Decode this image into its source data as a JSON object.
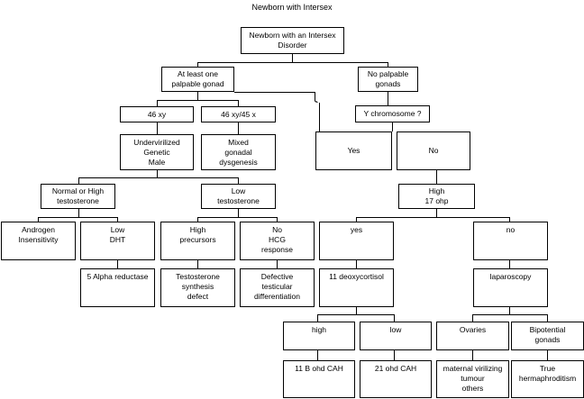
{
  "title": "Newborn with Intersex",
  "nodes": {
    "root": "Newborn with an Intersex\nDisorder",
    "palpable": "At least one\npalpable gonad",
    "no_palpable": "No palpable\ngonads",
    "xy": "46 xy",
    "xy_x": "46 xy/45 x",
    "y_chromosome": "Y chromosome ?",
    "undervirilized": "Undervirilized\nGenetic\nMale",
    "mixed": "Mixed\ngonadal\ndysgenesis",
    "yes_y": "Yes",
    "no_y": "No",
    "normal_high_t": "Normal or High\ntestosterone",
    "low_t": "Low\ntestosterone",
    "high_17ohp": "High\n17 ohp",
    "androgen": "Androgen\nInsensitivity",
    "low_dht": "Low\nDHT",
    "high_precursors": "High\nprecursors",
    "no_hcg": "No\nHCG\nresponse",
    "yes_17": "yes",
    "no_17": "no",
    "alpha_reductase": "5 Alpha reductase",
    "t_synthesis": "Testosterone\nsynthesis\ndefect",
    "defective": "Defective\ntesticular\ndifferentiation",
    "deoxycortisol": "11 deoxycortisol",
    "laparoscopy": "laparoscopy",
    "high": "high",
    "low": "low",
    "ovaries": "Ovaries",
    "bipotential": "Bipotential\ngonads",
    "b_ohd": "11 B ohd CAH",
    "ohd21": "21 ohd CAH",
    "maternal": "maternal virilizing\ntumour\nothers",
    "true_herm": "True\nhermaphroditism"
  }
}
